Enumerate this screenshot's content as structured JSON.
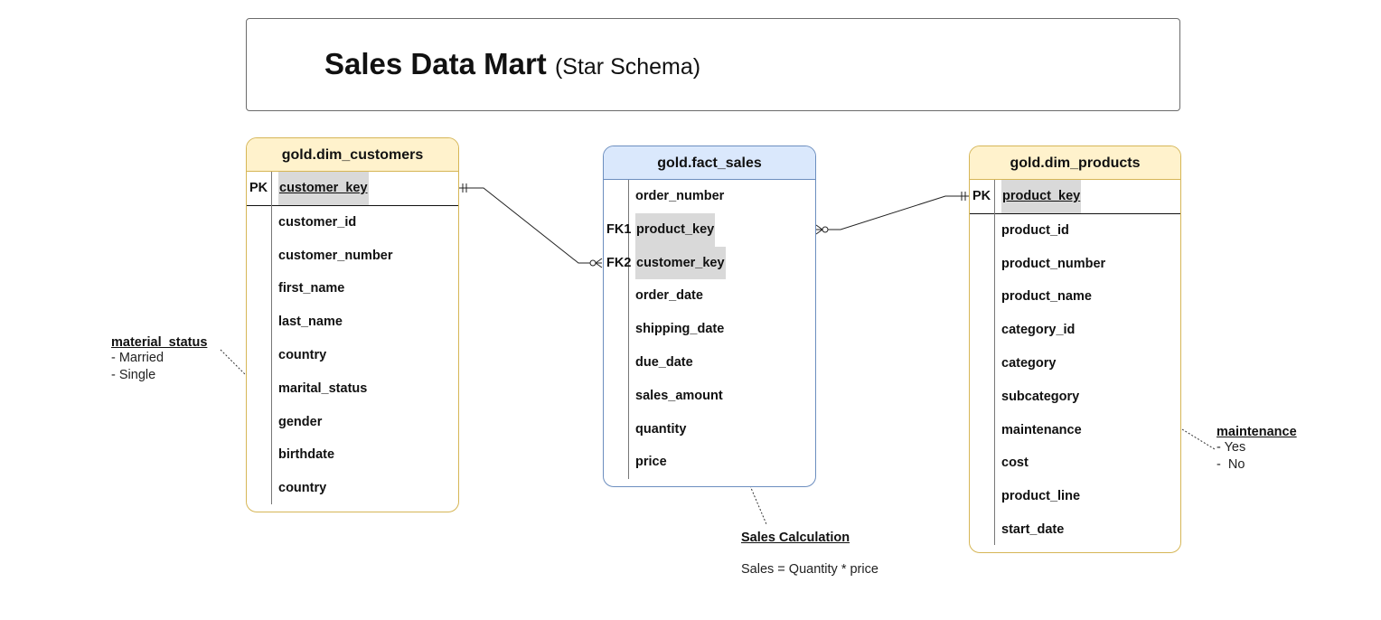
{
  "title": {
    "main": "Sales Data Mart",
    "sub": "(Star Schema)"
  },
  "tables": {
    "dim_customers": {
      "name": "gold.dim_customers",
      "pk": {
        "key": "PK",
        "field": "customer_key"
      },
      "fields": [
        "customer_id",
        "customer_number",
        "first_name",
        "last_name",
        "country",
        "marital_status",
        "gender",
        "birthdate",
        "country"
      ]
    },
    "fact_sales": {
      "name": "gold.fact_sales",
      "rows": [
        {
          "key": "",
          "field": "order_number"
        },
        {
          "key": "FK1",
          "field": "product_key"
        },
        {
          "key": "FK2",
          "field": "customer_key"
        },
        {
          "key": "",
          "field": "order_date"
        },
        {
          "key": "",
          "field": "shipping_date"
        },
        {
          "key": "",
          "field": "due_date"
        },
        {
          "key": "",
          "field": "sales_amount"
        },
        {
          "key": "",
          "field": "quantity"
        },
        {
          "key": "",
          "field": "price"
        }
      ]
    },
    "dim_products": {
      "name": "gold.dim_products",
      "pk": {
        "key": "PK",
        "field": "product_key"
      },
      "fields": [
        "product_id",
        "product_number",
        "product_name",
        "category_id",
        "category",
        "subcategory",
        "maintenance",
        "cost",
        "product_line",
        "start_date"
      ]
    }
  },
  "notes": {
    "marital": {
      "title": "material_status",
      "lines": [
        "- Married",
        "- Single"
      ]
    },
    "maintenance": {
      "title": "maintenance",
      "lines": [
        "- Yes",
        "-  No"
      ]
    },
    "sales": {
      "title": "Sales Calculation",
      "formula": "Sales = Quantity * price"
    }
  },
  "colors": {
    "dim_header": "#fff2cc",
    "dim_border": "#d6b656",
    "fact_header": "#dae8fc",
    "fact_border": "#6c8ebf",
    "key_highlight": "#d9d9d9"
  }
}
